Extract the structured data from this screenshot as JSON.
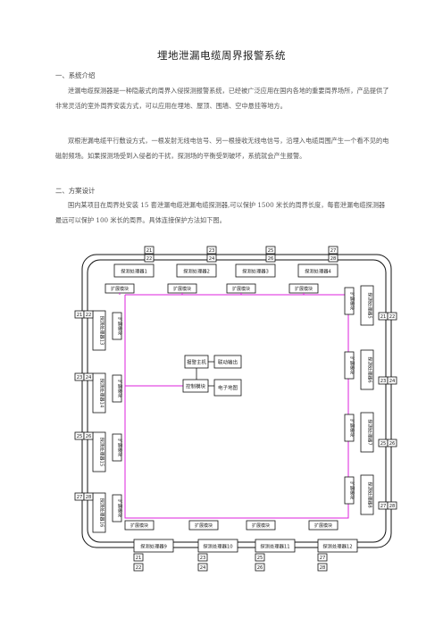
{
  "document": {
    "title": "埋地泄漏电缆周界报警系统",
    "section1": {
      "heading": "一、系统介绍",
      "p1": "泄漏电缆探测器是一种隐蔽式的周界入侵探测报警系统，已经被广泛应用在国内各地的重要周界场所，产品提供了非常灵活的室外周界安装方式，可以应用在埋地、屋顶、围墙、空中悬挂等地方。",
      "p2": "双根泄漏电缆平行敷设方式，一根发射无线电信号、另一根接收无线电信号，沿埋入电缆周围产生一个看不见的电磁射频场。如果探测场受到入侵者的干扰，探测场的平衡受到破坏，系统就会产生报警。"
    },
    "section2": {
      "heading": "二、方案设计",
      "p1": "国内某项目在周界处安装 15 套泄漏电缆泄漏电缆探测器,可以保护 1500 米长的周界长度，每套泄漏电缆探测器最远可以保护 100 米长的周界。具体连接保护方法如下图。"
    }
  },
  "diagram": {
    "detector_label_prefix": "探测处理器",
    "expansion_label": "扩展模块",
    "center_modules": {
      "alarm_host": "报警主机",
      "linkage_output": "联动输出",
      "controller": "控制模块",
      "e_map": "电子地图"
    },
    "top_detectors": [
      "1",
      "2",
      "3",
      "4"
    ],
    "right_detectors": [
      "5",
      "6",
      "7",
      "8"
    ],
    "bottom_detectors": [
      "9",
      "10",
      "11",
      "12"
    ],
    "left_detectors": [
      "13",
      "14",
      "15",
      "16"
    ],
    "cable_numbers": [
      "21",
      "22",
      "23",
      "24",
      "25",
      "26",
      "27",
      "28"
    ],
    "colors": {
      "bus_line": "#dd22dd",
      "cable_line": "#111111",
      "box_border": "#111111"
    }
  }
}
